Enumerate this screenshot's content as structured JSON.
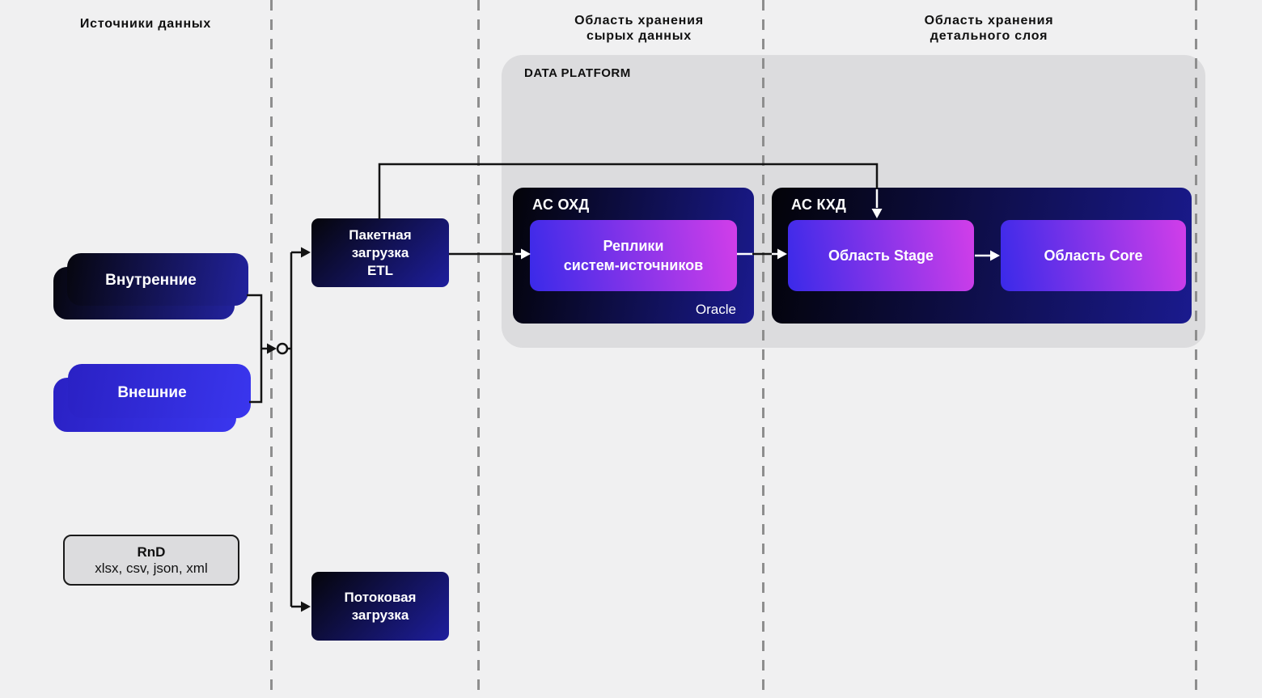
{
  "headers": {
    "sources": "Источники данных",
    "raw_storage": "Область хранения\nсырых данных",
    "detail_storage": "Область хранения\nдетального слоя"
  },
  "platform": {
    "label": "DATA PLATFORM"
  },
  "sources": {
    "internal": "Внутренние",
    "external": "Внешние",
    "rnd_title": "RnD",
    "rnd_formats": "xlsx, csv, json, xml"
  },
  "loaders": {
    "batch": "Пакетная\nзагрузка\nETL",
    "stream": "Потоковая\nзагрузка"
  },
  "ohd": {
    "title": "АС ОХД",
    "replicas": "Реплики\nсистем-источников",
    "vendor": "Oracle"
  },
  "khd": {
    "title": "АС КХД",
    "stage": "Область Stage",
    "core": "Область Core"
  },
  "colors": {
    "background": "#f0f0f1",
    "platform_bg": "#dcdcde",
    "dark_box_start": "#030308",
    "dark_box_end": "#1e1e9e",
    "node_gradient_start": "#3a2ae9",
    "node_gradient_end": "#d23ee9",
    "internal_start": "#06060e",
    "internal_end": "#22229e",
    "external_start": "#2a21c4",
    "external_end": "#3a36ee",
    "line_black": "#131313",
    "line_white": "#ffffff"
  }
}
